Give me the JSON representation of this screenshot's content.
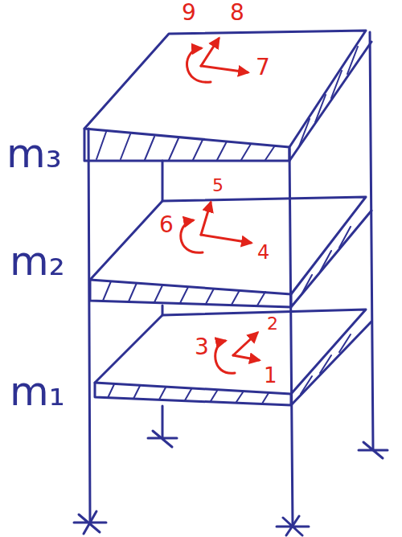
{
  "diagram": {
    "labels": [
      "9",
      "8",
      "7",
      "m₃",
      "6",
      "5",
      "4",
      "m₂",
      "3",
      "2",
      "1",
      "m₁"
    ]
  }
}
